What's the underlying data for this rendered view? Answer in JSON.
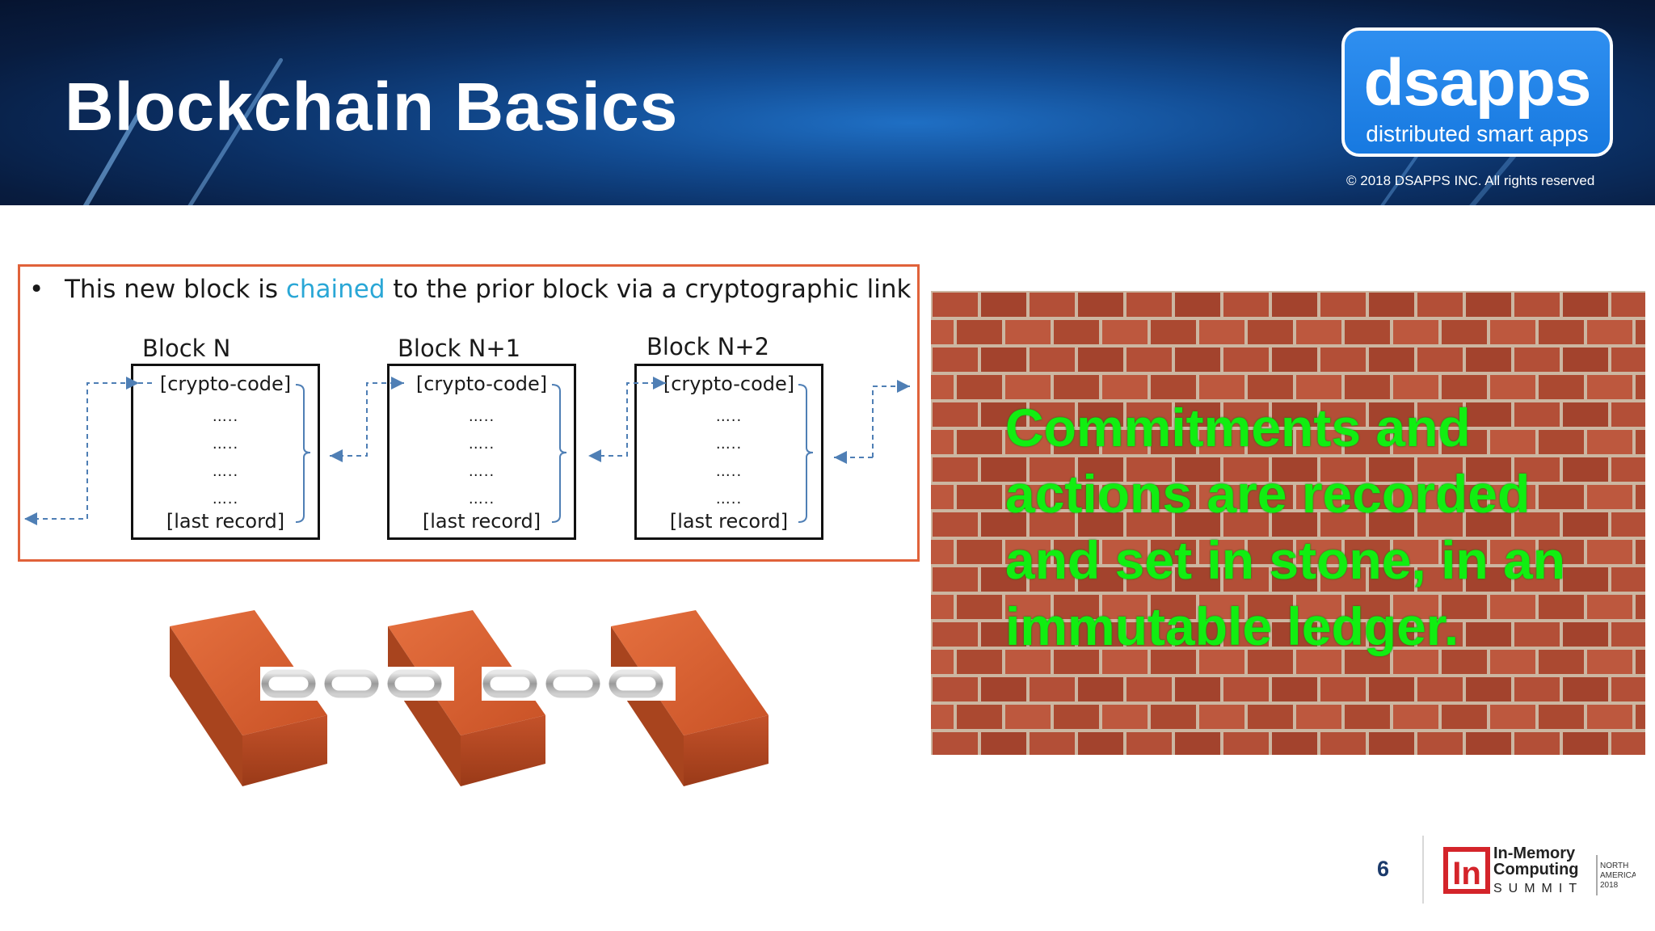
{
  "header": {
    "title": "Blockchain Basics",
    "logo": {
      "name": "dsapps",
      "tagline": "distributed smart apps"
    },
    "copyright": "© 2018 DSAPPS INC. All rights reserved"
  },
  "diagram": {
    "bullet_before": "This new block is ",
    "bullet_highlight": "chained",
    "bullet_after": " to the prior block via a cryptographic link",
    "blocks": [
      {
        "title": "Block N",
        "top": "[crypto-code]",
        "dots": [
          "…..",
          "…..",
          "…..",
          "….."
        ],
        "bottom": "[last record]"
      },
      {
        "title": "Block N+1",
        "top": "[crypto-code]",
        "dots": [
          "…..",
          "…..",
          "…..",
          "….."
        ],
        "bottom": "[last record]"
      },
      {
        "title": "Block N+2",
        "top": "[crypto-code]",
        "dots": [
          "…..",
          "…..",
          "…..",
          "….."
        ],
        "bottom": "[last record]"
      }
    ],
    "accent_color": "#e0623a",
    "highlight_color": "#2aa7d6",
    "arrow_color": "#4f7fb5"
  },
  "wall": {
    "text": "Commitments and actions are recorded and set in stone, in an immutable ledger.",
    "text_color": "#11ee11"
  },
  "footer": {
    "page_number": "6",
    "event_logo": {
      "mark": "In",
      "line1": "In-Memory",
      "line2": "Computing",
      "line3": "SUMMIT",
      "region1": "NORTH",
      "region2": "AMERICA",
      "year": "2018"
    }
  }
}
